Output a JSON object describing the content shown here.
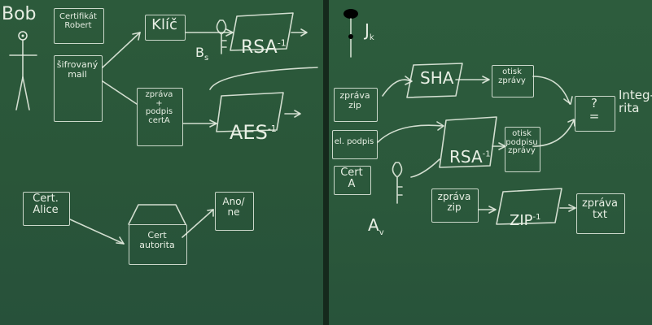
{
  "left_board": {
    "bob": "Bob",
    "cert_bob": "Certifikát\nRobert",
    "sifrovana_mail": "šifrovaný\nmail",
    "klic": "Klíč",
    "b_s": "B",
    "b_s_sub": "s",
    "rsa": "RSA",
    "rsa_sup": "-1",
    "zprava_podpis": "zpráva\n+\npodpis\ncertA",
    "aes": "AES",
    "aes_sup": "-1",
    "cert_alice": "Cert.\nAlice",
    "cert_autorita": "Cert\nautorita",
    "ano_ne": "Ano/\nne"
  },
  "right_board": {
    "j_k": "J",
    "j_sub": "k",
    "zprava_zip": "zpráva\nzip",
    "sha": "SHA",
    "otisk_zpravy": "otisk\nzprávy",
    "integrita": "Integ-\nrita",
    "el_podpis": "el. podpis",
    "rsa": "RSA",
    "rsa_sup": "-1",
    "otisk_podpisu": "otisk\npodpisu\nzprávy",
    "question": "?\n=",
    "cert_a": "Cert\nA",
    "a_label": "A",
    "a_sub": "v",
    "zprava_zip_2": "zpráva\nzip",
    "zip": "ZIP",
    "zip_sup": "-1",
    "zprava_txt": "zpráva\ntxt"
  }
}
